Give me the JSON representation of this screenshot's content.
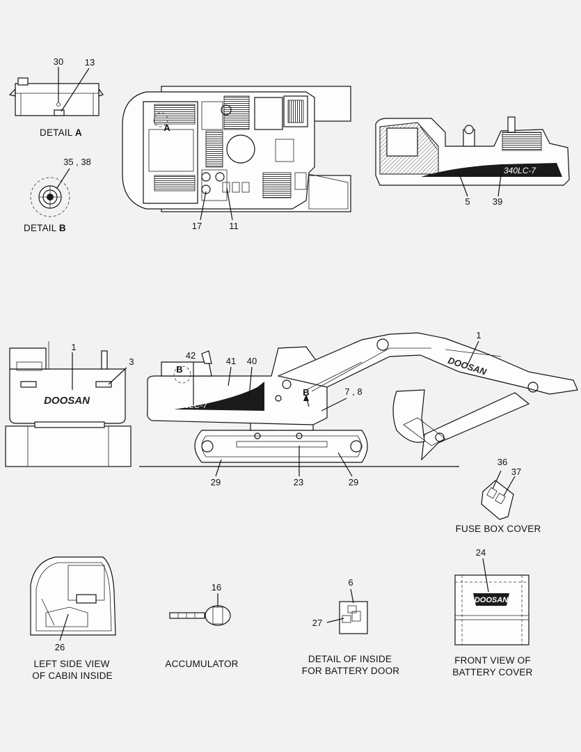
{
  "captions": {
    "detail_a_prefix": "DETAIL ",
    "detail_a_letter": "A",
    "detail_b_prefix": "DETAIL ",
    "detail_b_letter": "B",
    "fuse_box_cover": "FUSE BOX COVER",
    "cabin_line1": "LEFT SIDE VIEW",
    "cabin_line2": "OF CABIN INSIDE",
    "accumulator": "ACCUMULATOR",
    "battery_door_line1": "DETAIL OF INSIDE",
    "battery_door_line2": "FOR BATTERY DOOR",
    "battery_cover_line1": "FRONT VIEW OF",
    "battery_cover_line2": "BATTERY COVER"
  },
  "markers": {
    "a": "A",
    "b1": "B",
    "b2": "B"
  },
  "decals": {
    "brand": "DOOSAN",
    "model": "340LC-7"
  },
  "callouts": {
    "c30": "30",
    "c13": "13",
    "c35_38": "35 , 38",
    "c17": "17",
    "c11": "11",
    "c5": "5",
    "c39": "39",
    "c1_rear": "1",
    "c3": "3",
    "c42": "42",
    "c41": "41",
    "c40": "40",
    "c1_boom": "1",
    "c7_8": "7 , 8",
    "c29_left": "29",
    "c23": "23",
    "c29_right": "29",
    "c36": "36",
    "c37": "37",
    "c24": "24",
    "c6": "6",
    "c27": "27",
    "c16": "16",
    "c26": "26"
  }
}
